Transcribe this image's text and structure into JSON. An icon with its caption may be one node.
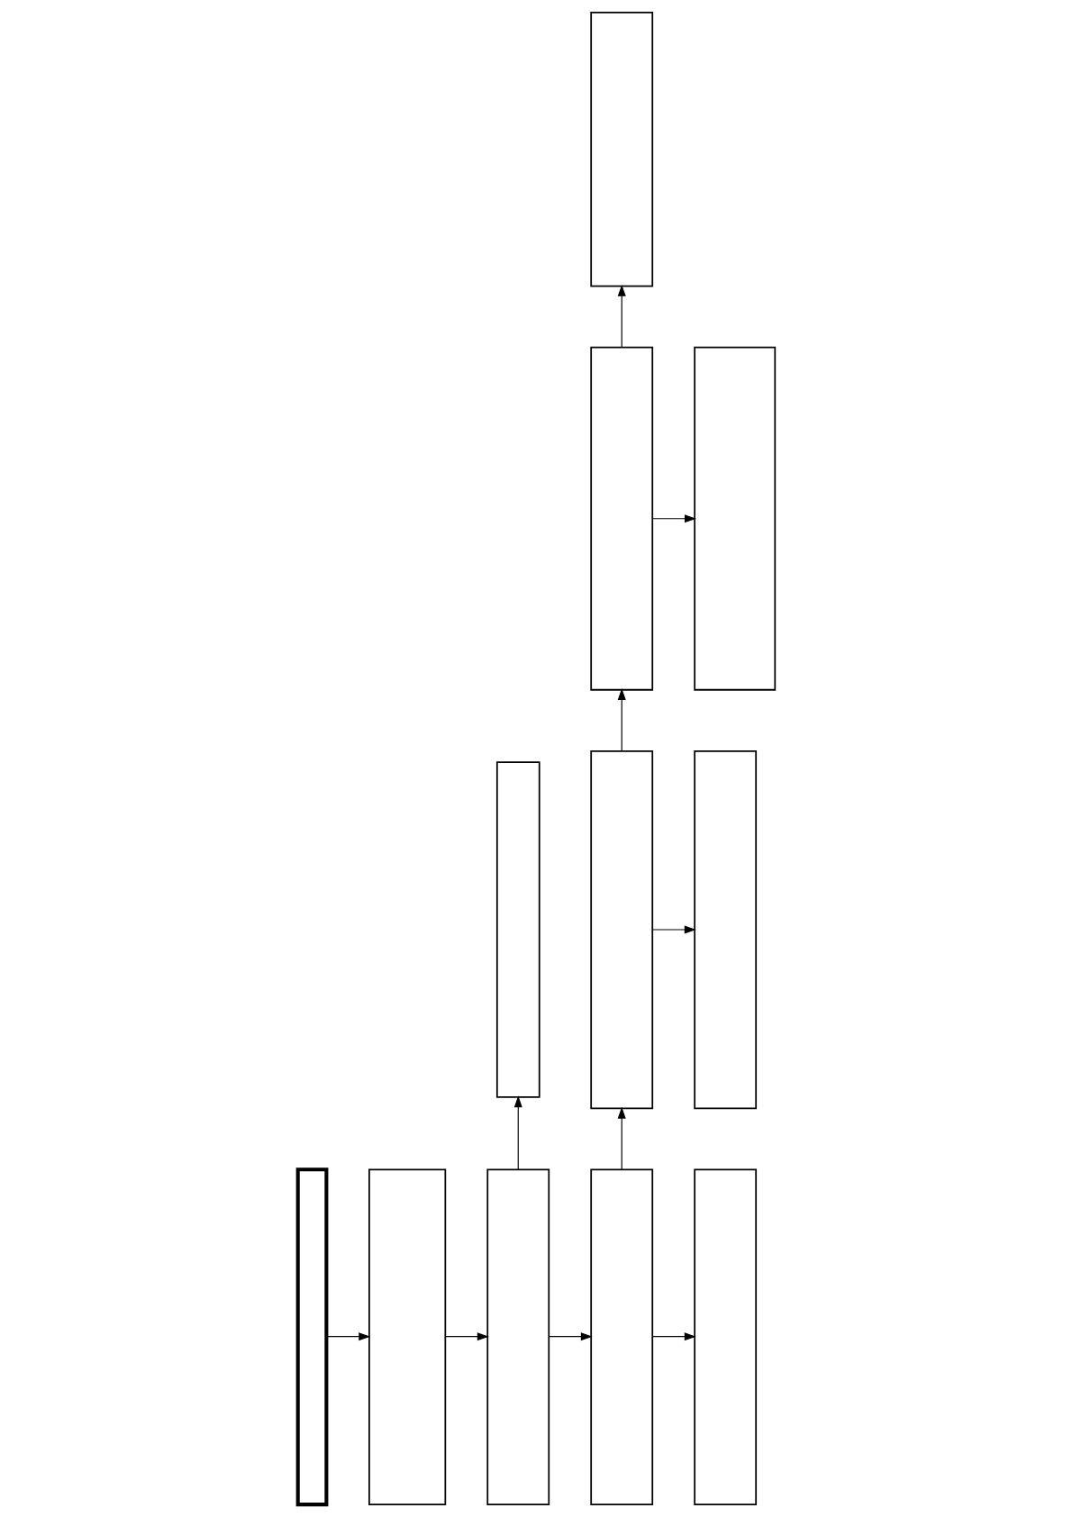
{
  "diagram": {
    "nodes": [
      {
        "text": [],
        "shape": "box"
      },
      {
        "text": [],
        "shape": "box"
      },
      {
        "text": [],
        "shape": "box"
      },
      {
        "text": [],
        "shape": "box"
      },
      {
        "text": [],
        "shape": "box"
      },
      {
        "text": [],
        "shape": "box"
      },
      {
        "text": [],
        "shape": "box"
      },
      {
        "text": [],
        "shape": "box"
      },
      {
        "text": [],
        "shape": "box"
      },
      {
        "text": [],
        "shape": "box"
      },
      {
        "text": [],
        "shape": "box"
      }
    ],
    "edges": [
      {
        "from": 6,
        "to": 7,
        "arrow": "to"
      },
      {
        "from": 7,
        "to": 8,
        "arrow": "to"
      },
      {
        "from": 8,
        "to": 9,
        "arrow": "to"
      },
      {
        "from": 9,
        "to": 10,
        "arrow": "to"
      },
      {
        "from": 8,
        "to": 3,
        "arrow": "to"
      },
      {
        "from": 9,
        "to": 4,
        "arrow": "to"
      },
      {
        "from": 4,
        "to": 5,
        "arrow": "to"
      },
      {
        "from": 4,
        "to": 1,
        "arrow": "to"
      },
      {
        "from": 1,
        "to": 2,
        "arrow": "to"
      },
      {
        "from": 1,
        "to": 0,
        "arrow": "to"
      }
    ]
  }
}
